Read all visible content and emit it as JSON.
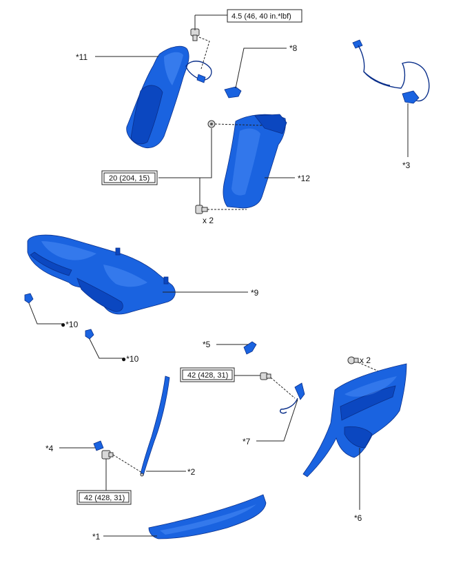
{
  "labels": {
    "p1": "*1",
    "p2": "*2",
    "p3": "*3",
    "p4": "*4",
    "p5": "*5",
    "p6": "*6",
    "p7": "*7",
    "p8": "*8",
    "p9": "*9",
    "p10a": "●*10",
    "p10b": "●*10",
    "p11": "*11",
    "p12": "*12"
  },
  "torques": {
    "t_top": "4.5 (46, 40 in.*lbf)",
    "t_20": "20 (204, 15)",
    "t_42_mid": "42 (428, 31)",
    "t_42_low": "42 (428, 31)"
  },
  "quantities": {
    "q_bolt_12": "x 2",
    "q_bolt_6": "x 2"
  },
  "colors": {
    "part_fill": "#1a63e0",
    "part_outline": "#0a2f8a"
  }
}
